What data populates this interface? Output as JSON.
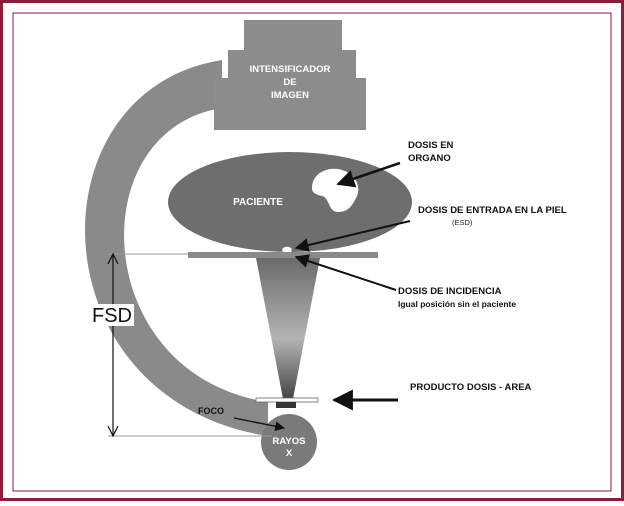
{
  "labels": {
    "intensifier_line1": "INTENSIFICADOR",
    "intensifier_line2": "DE",
    "intensifier_line3": "IMAGEN",
    "patient": "PACIENTE",
    "organ_dose_line1": "DOSIS EN",
    "organ_dose_line2": "ORGANO",
    "entrance_dose": "DOSIS DE ENTRADA EN LA PIEL",
    "entrance_dose_abbr": "(ESD)",
    "incident_dose": "DOSIS DE INCIDENCIA",
    "incident_dose_note": "Igual posición sin el paciente",
    "fsd": "FSD",
    "dap": "PRODUCTO DOSIS - AREA",
    "focus": "FOCO",
    "xray_line1": "RAYOS",
    "xray_line2": "X"
  },
  "colors": {
    "frame_border": "#8c1d3a",
    "background": "#ffffff",
    "arm": "#8a8a8a",
    "patient": "#6e6e6e",
    "intensifier": "#8c8c8c",
    "arrow": "#111111"
  }
}
